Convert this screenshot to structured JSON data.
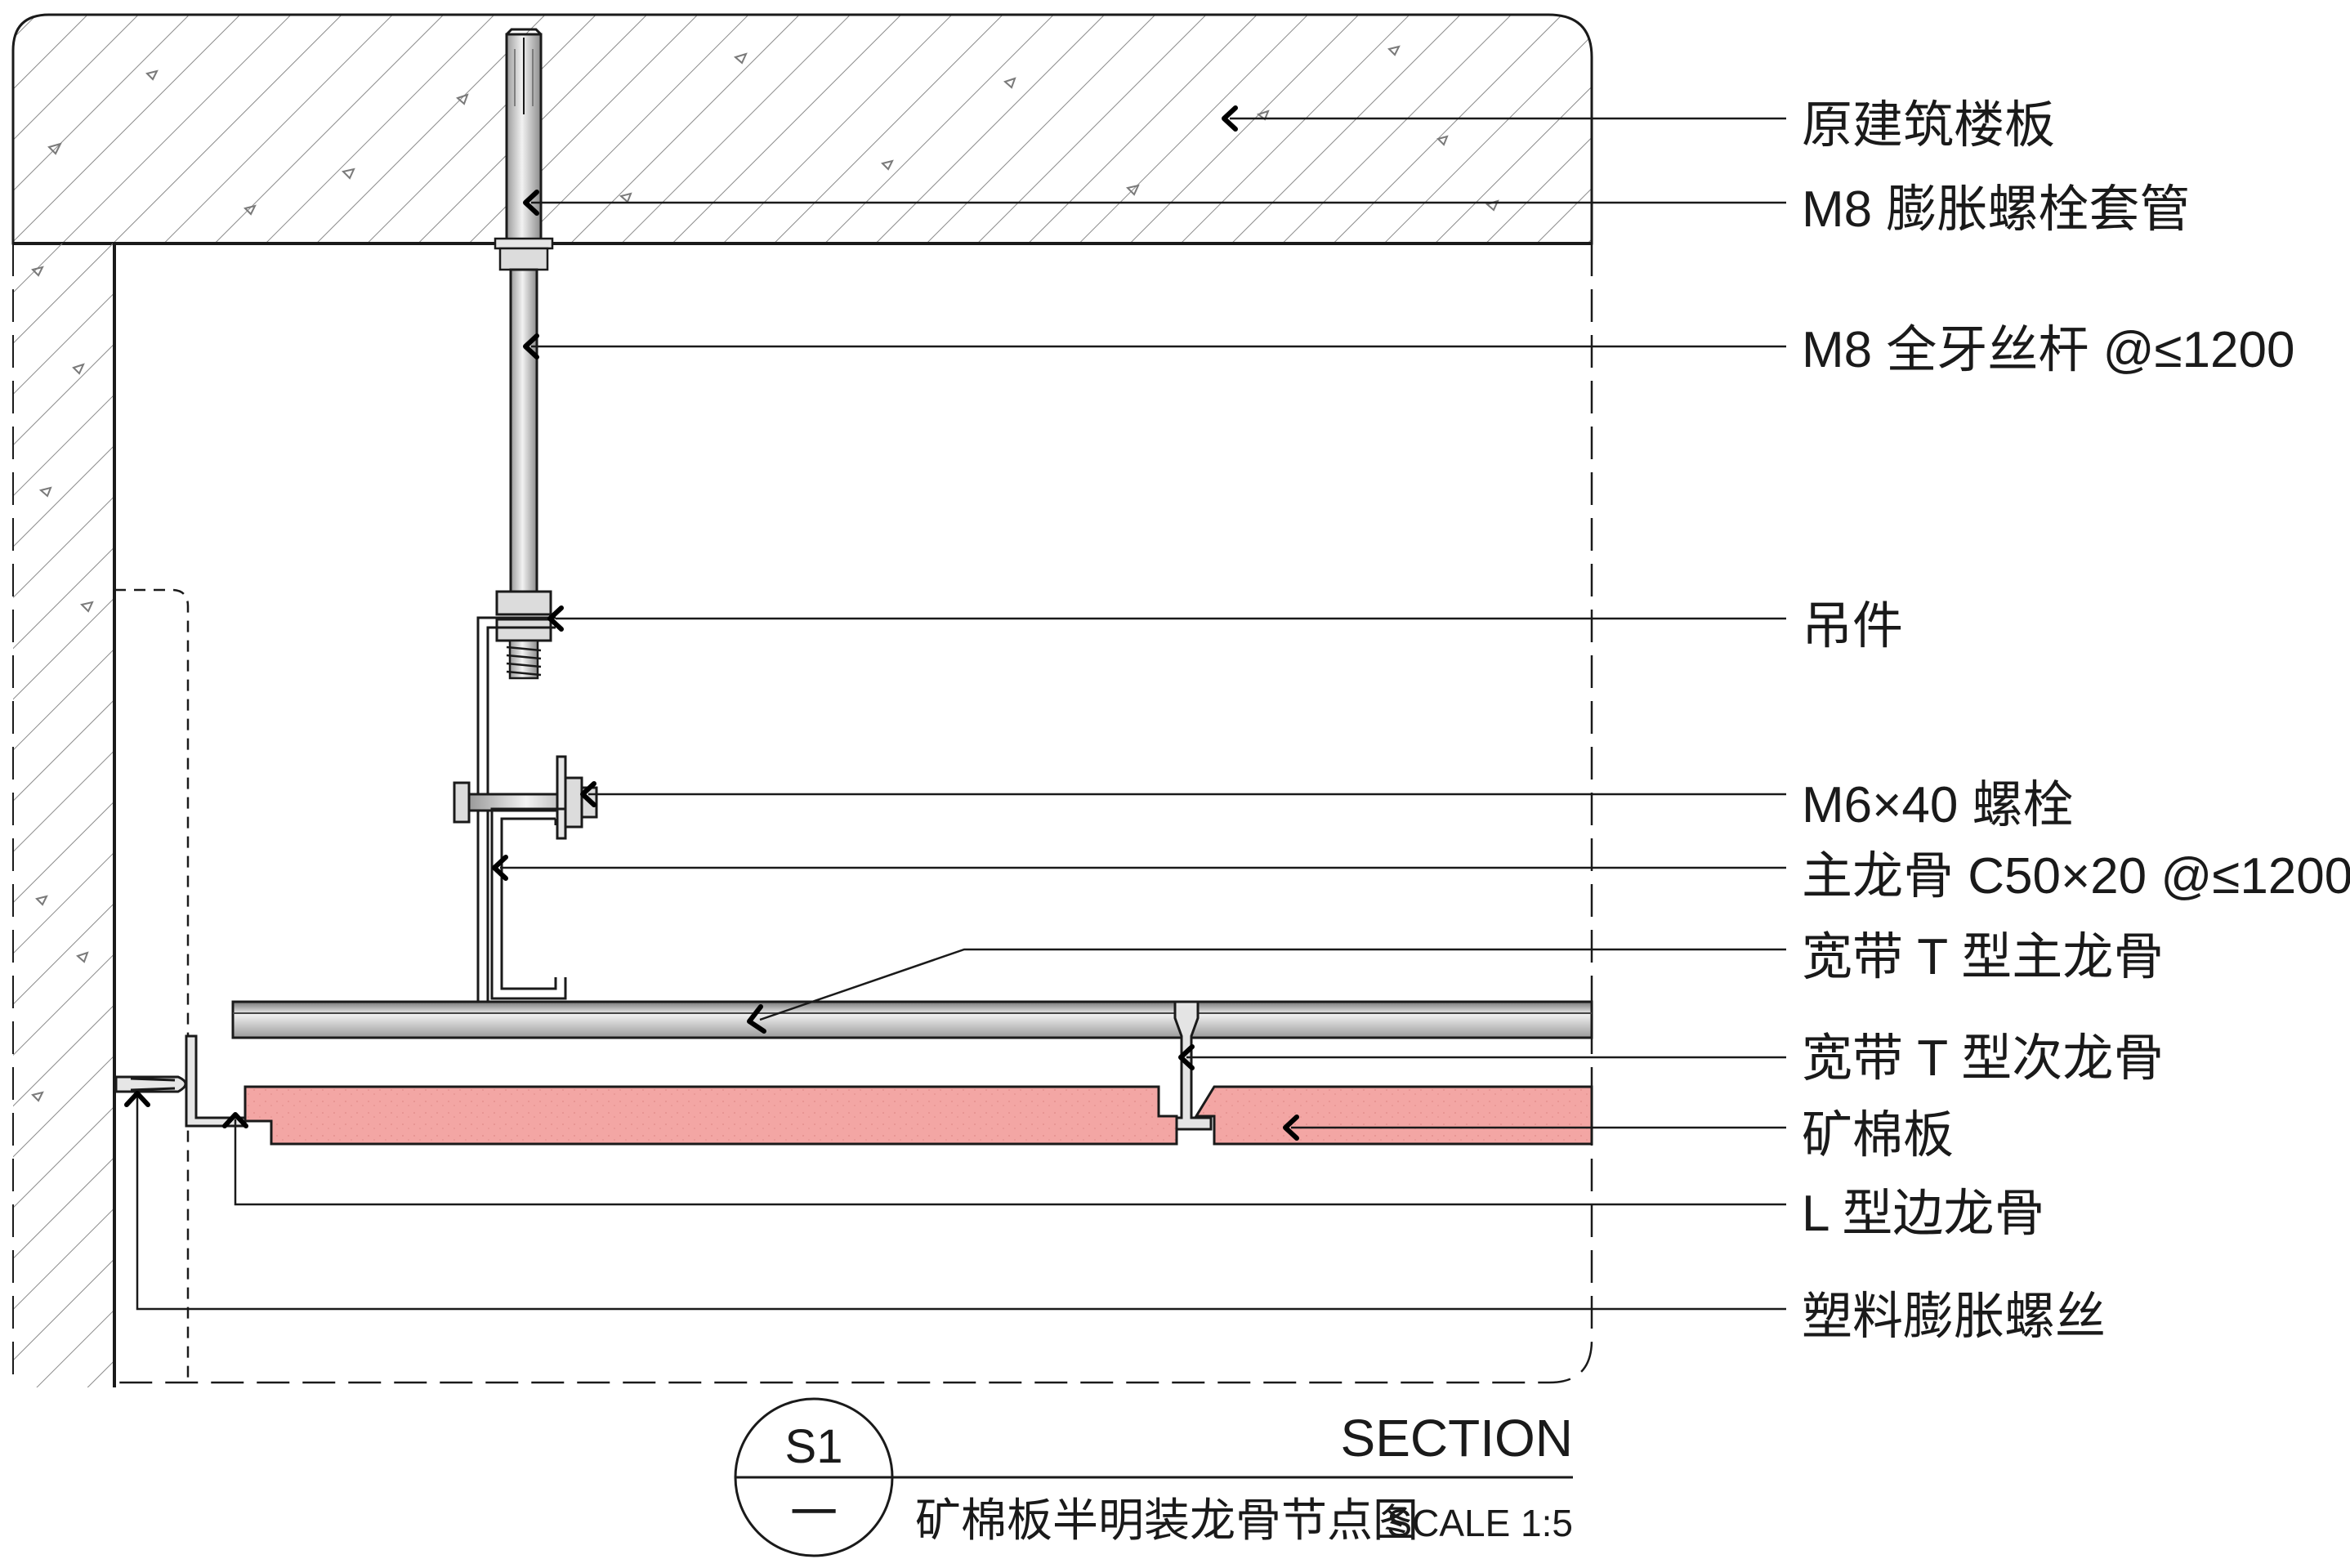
{
  "callouts": {
    "slab": "原建筑楼板",
    "anchor_sleeve": "M8 膨胀螺栓套管",
    "threaded_rod": "M8 全牙丝杆 @≤1200",
    "hanger": "吊件",
    "bolt": "M6×40 螺栓",
    "main_channel": "主龙骨 C50×20 @≤1200",
    "t_main": "宽带 T 型主龙骨",
    "t_cross": "宽带 T 型次龙骨",
    "panel": "矿棉板",
    "l_edge": "L 型边龙骨",
    "plastic_anchor": "塑料膨胀螺丝"
  },
  "title_block": {
    "symbol_top": "S1",
    "symbol_bottom": "一",
    "section": "SECTION",
    "name": "矿棉板半明装龙骨节点图",
    "scale": "SCALE 1:5"
  },
  "colors": {
    "panel_fill": "#f3a6a4",
    "line": "#1a1a1a",
    "metal": "#d8d8d8"
  }
}
